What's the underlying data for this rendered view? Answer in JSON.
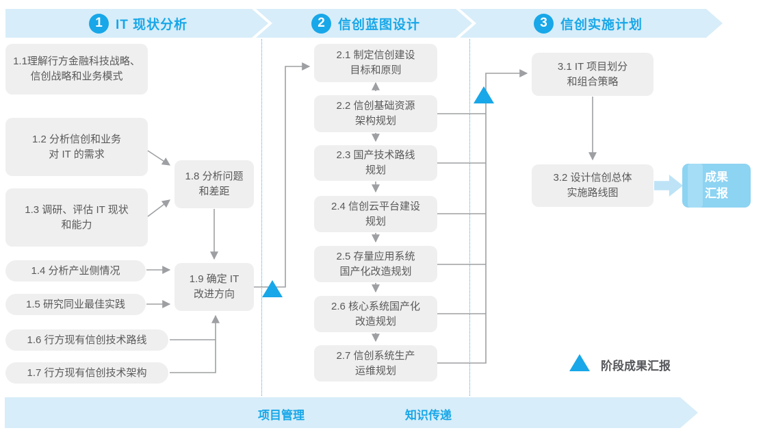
{
  "accent_color": "#18A7E8",
  "band_color": "#D7EDF9",
  "box_color": "#EFEFEF",
  "outcome_color": "#8DD3F2",
  "phases": [
    {
      "number": "1",
      "title": "IT 现状分析"
    },
    {
      "number": "2",
      "title": "信创蓝图设计"
    },
    {
      "number": "3",
      "title": "信创实施计划"
    }
  ],
  "steps": {
    "s11": {
      "text": "1.1理解行方金融科技战略、\n信创战略和业务模式"
    },
    "s12": {
      "text": "1.2 分析信创和业务\n对 IT 的需求"
    },
    "s13": {
      "text": "1.3 调研、评估 IT 现状\n和能力"
    },
    "s14": {
      "text": "1.4 分析产业侧情况"
    },
    "s15": {
      "text": "1.5 研究同业最佳实践"
    },
    "s16": {
      "text": "1.6 行方现有信创技术路线"
    },
    "s17": {
      "text": "1.7 行方现有信创技术架构"
    },
    "s18": {
      "text": "1.8 分析问题\n和差距"
    },
    "s19": {
      "text": "1.9 确定 IT\n改进方向"
    },
    "s21": {
      "text": "2.1 制定信创建设\n目标和原则"
    },
    "s22": {
      "text": "2.2 信创基础资源\n架构规划"
    },
    "s23": {
      "text": "2.3 国产技术路线\n规划"
    },
    "s24": {
      "text": "2.4 信创云平台建设\n规划"
    },
    "s25": {
      "text": "2.5 存量应用系统\n国产化改造规划"
    },
    "s26": {
      "text": "2.6 核心系统国产化\n改造规划"
    },
    "s27": {
      "text": "2.7 信创系统生产\n运维规划"
    },
    "s31": {
      "text": "3.1 IT 项目划分\n和组合策略"
    },
    "s32": {
      "text": "3.2 设计信创总体\n实施路线图"
    }
  },
  "outcome": {
    "text": "成果\n汇报"
  },
  "legend": {
    "label": "阶段成果汇报"
  },
  "footer": {
    "pm": "项目管理",
    "kt": "知识传递"
  }
}
